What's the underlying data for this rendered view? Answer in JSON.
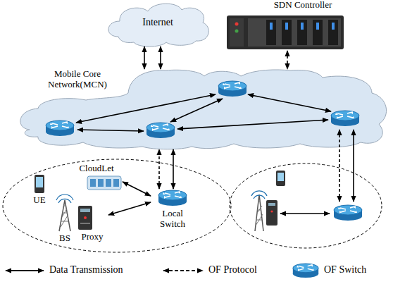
{
  "diagram": {
    "nodes": [
      {
        "text": [
          "Internet"
        ]
      },
      {
        "text": [
          "SDN Controller"
        ]
      },
      {
        "text": [
          "Mobile Core Network(MCN)"
        ]
      },
      {
        "text": [
          "CloudLet"
        ]
      },
      {
        "text": [
          "UE"
        ]
      },
      {
        "text": [
          "Proxy"
        ]
      },
      {
        "text": [
          "BS"
        ]
      },
      {
        "text": [
          "Local Switch"
        ]
      }
    ],
    "edges": [
      {
        "from": 0,
        "to": 2,
        "arrow": "both"
      },
      {
        "from": 0,
        "to": 2,
        "arrow": "both"
      },
      {
        "from": 1,
        "to": 2,
        "arrow": "both"
      },
      {
        "from": 3,
        "to": 7,
        "arrow": "both"
      },
      {
        "from": 5,
        "to": 7,
        "arrow": "both"
      },
      {
        "from": 7,
        "to": 2,
        "arrow": "both"
      },
      {
        "from": 7,
        "to": 2,
        "arrow": "both"
      }
    ],
    "legend": [
      {
        "text": "Data Transmission"
      },
      {
        "text": "OF Protocol"
      },
      {
        "text": "OF Switch"
      }
    ]
  }
}
